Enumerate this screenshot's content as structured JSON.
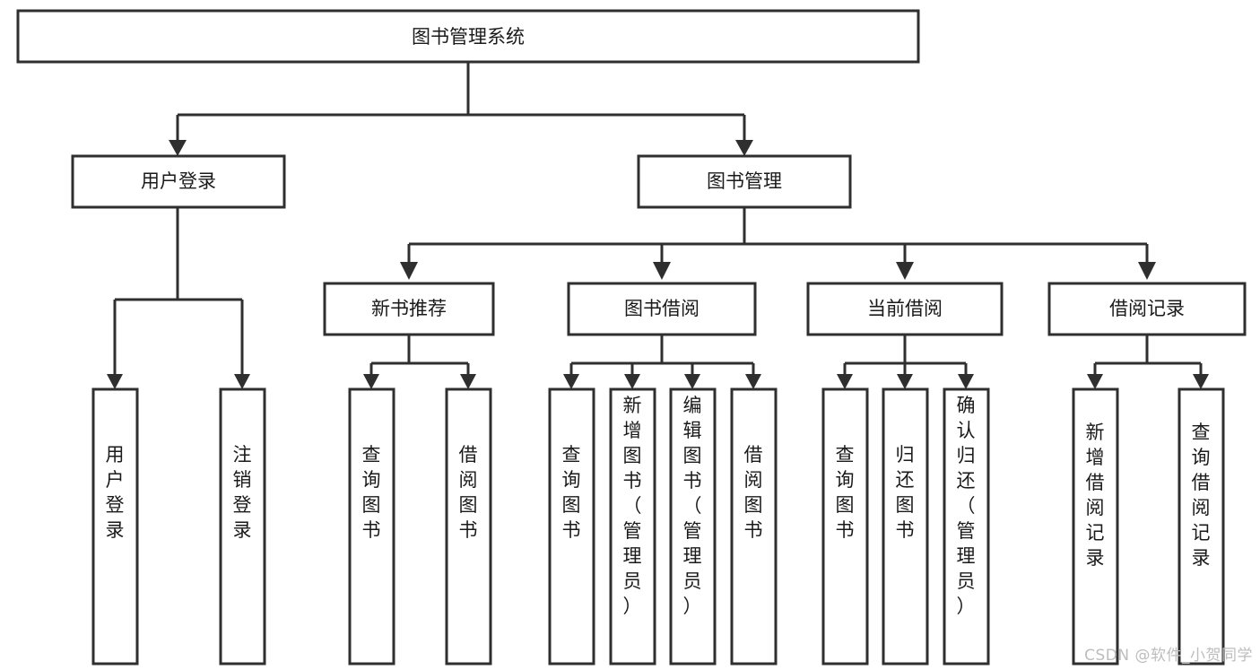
{
  "diagram": {
    "title": "图书管理系统",
    "type": "hierarchy-tree",
    "watermark": "CSDN @软件_小贺同学",
    "colors": {
      "background": "#ffffff",
      "box_fill": "#ffffff",
      "box_stroke": "#2f2f2f",
      "text": "#1a1a1a",
      "watermark": "#bdbdbd"
    },
    "root": {
      "label": "图书管理系统",
      "orientation": "horizontal"
    },
    "level2": [
      {
        "label": "用户登录",
        "orientation": "horizontal"
      },
      {
        "label": "图书管理",
        "orientation": "horizontal"
      }
    ],
    "level3": [
      {
        "label": "新书推荐",
        "orientation": "horizontal"
      },
      {
        "label": "图书借阅",
        "orientation": "horizontal"
      },
      {
        "label": "当前借阅",
        "orientation": "horizontal"
      },
      {
        "label": "借阅记录",
        "orientation": "horizontal"
      }
    ],
    "leaves": {
      "user_login": [
        {
          "label": "用户登录",
          "orientation": "vertical"
        },
        {
          "label": "注销登录",
          "orientation": "vertical"
        }
      ],
      "new_book_recommend": [
        {
          "label": "查询图书",
          "orientation": "vertical"
        },
        {
          "label": "借阅图书",
          "orientation": "vertical"
        }
      ],
      "book_borrow": [
        {
          "label": "查询图书",
          "orientation": "vertical"
        },
        {
          "label": "新增图书（管理员）",
          "orientation": "vertical"
        },
        {
          "label": "编辑图书（管理员）",
          "orientation": "vertical"
        },
        {
          "label": "借阅图书",
          "orientation": "vertical"
        }
      ],
      "current_borrow": [
        {
          "label": "查询图书",
          "orientation": "vertical"
        },
        {
          "label": "归还图书",
          "orientation": "vertical"
        },
        {
          "label": "确认归还（管理员）",
          "orientation": "vertical"
        }
      ],
      "borrow_record": [
        {
          "label": "新增借阅记录",
          "orientation": "vertical"
        },
        {
          "label": "查询借阅记录",
          "orientation": "vertical"
        }
      ]
    }
  }
}
